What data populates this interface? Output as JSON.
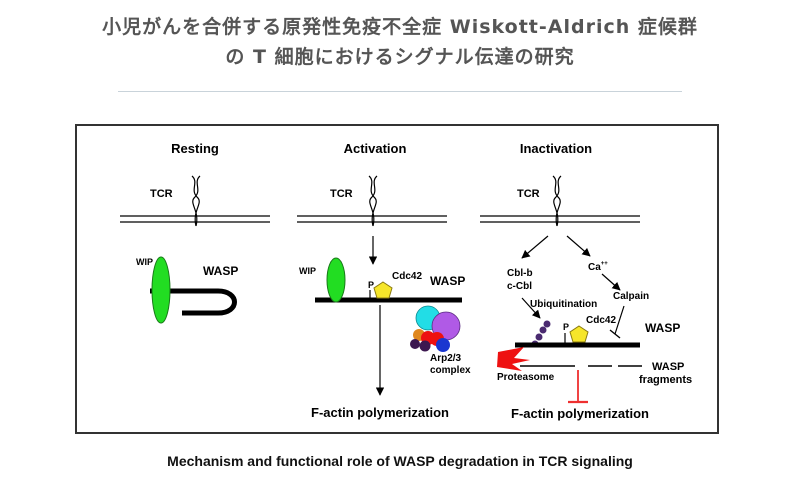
{
  "page": {
    "title_line1": "小児がんを合併する原発性免疫不全症 Wiskott-Aldrich 症候群",
    "title_line2": "の T 細胞におけるシグナル伝達の研究",
    "caption": "Mechanism and functional role of WASP degradation in TCR signaling"
  },
  "diagram": {
    "panels": {
      "resting": {
        "heading": "Resting",
        "tcr": "TCR",
        "wip": "WIP",
        "wasp": "WASP"
      },
      "activation": {
        "heading": "Activation",
        "tcr": "TCR",
        "wip": "WIP",
        "p": "P",
        "cdc42": "Cdc42",
        "wasp": "WASP",
        "arp_line1": "Arp2/3",
        "arp_line2": "complex",
        "output": "F-actin polymerization"
      },
      "inactivation": {
        "heading": "Inactivation",
        "tcr": "TCR",
        "cblb": "Cbl-b",
        "ccbl": "c-Cbl",
        "ca": "Ca",
        "ca_sup": "++",
        "ubiquitination": "Ubiquitination",
        "calpain": "Calpain",
        "p": "P",
        "cdc42": "Cdc42",
        "wasp": "WASP",
        "proteasome": "Proteasome",
        "fragments_line1": "WASP",
        "fragments_line2": "fragments",
        "output": "F-actin polymerization"
      }
    },
    "colors": {
      "wip": "#22dd22",
      "cdc42": "#f6e62a",
      "cyan": "#22dde6",
      "purple": "#b05ae6",
      "red": "#ee1111",
      "blue": "#1a36d0",
      "dark_purple": "#3c1850",
      "orange": "#e0881e",
      "inhibit": "#ee3030",
      "ubiquitin": "#4a2a70"
    }
  }
}
